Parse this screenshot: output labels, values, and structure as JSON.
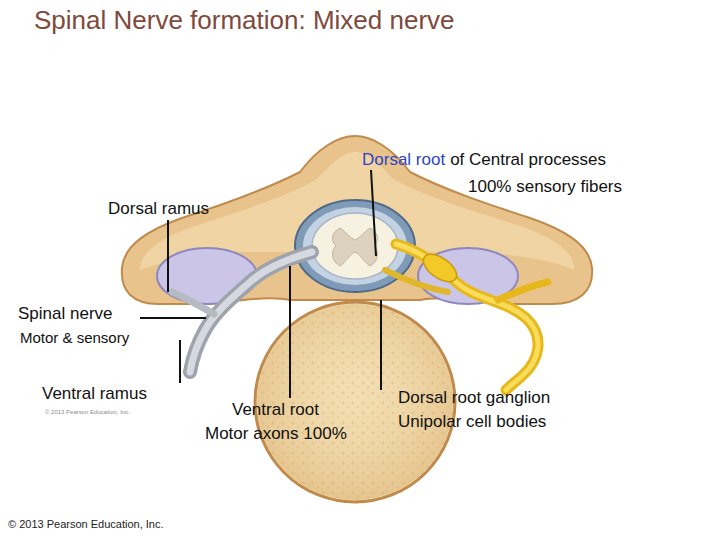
{
  "diagram": {
    "title": "Spinal Nerve formation: Mixed nerve",
    "labels": [
      "Dorsal root",
      "of Central processes",
      "100% sensory fibers",
      "Dorsal ramus",
      "Spinal nerve",
      "Motor & sensory",
      "Ventral ramus",
      "© 2013 Pearson Education, Inc.",
      "Ventral root",
      "Motor axons 100%",
      "Dorsal root ganglion",
      "Unipolar cell bodies",
      "© 2013 Pearson Education, Inc."
    ]
  }
}
